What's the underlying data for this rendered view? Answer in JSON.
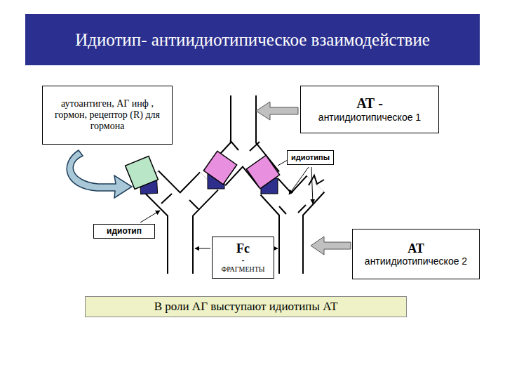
{
  "diagram": {
    "title": "Идиотип- антиидиотипическое взаимодействие",
    "nodes": [
      {
        "text": [
          "аутоантиген, АГ инф , гормон, рецептор (R) для гормона"
        ]
      },
      {
        "text": [
          "АТ -",
          "антиидиотипическое 1"
        ]
      },
      {
        "text": [
          "идиотипы"
        ]
      },
      {
        "text": [
          "идиотип"
        ]
      },
      {
        "text": [
          "Fc",
          "-",
          "ФРАГМЕНТЫ"
        ]
      },
      {
        "text": [
          "АТ",
          "антиидиотипическое 2"
        ]
      },
      {
        "text": [
          "В роли АГ выступают идиотипы АТ"
        ]
      }
    ]
  }
}
